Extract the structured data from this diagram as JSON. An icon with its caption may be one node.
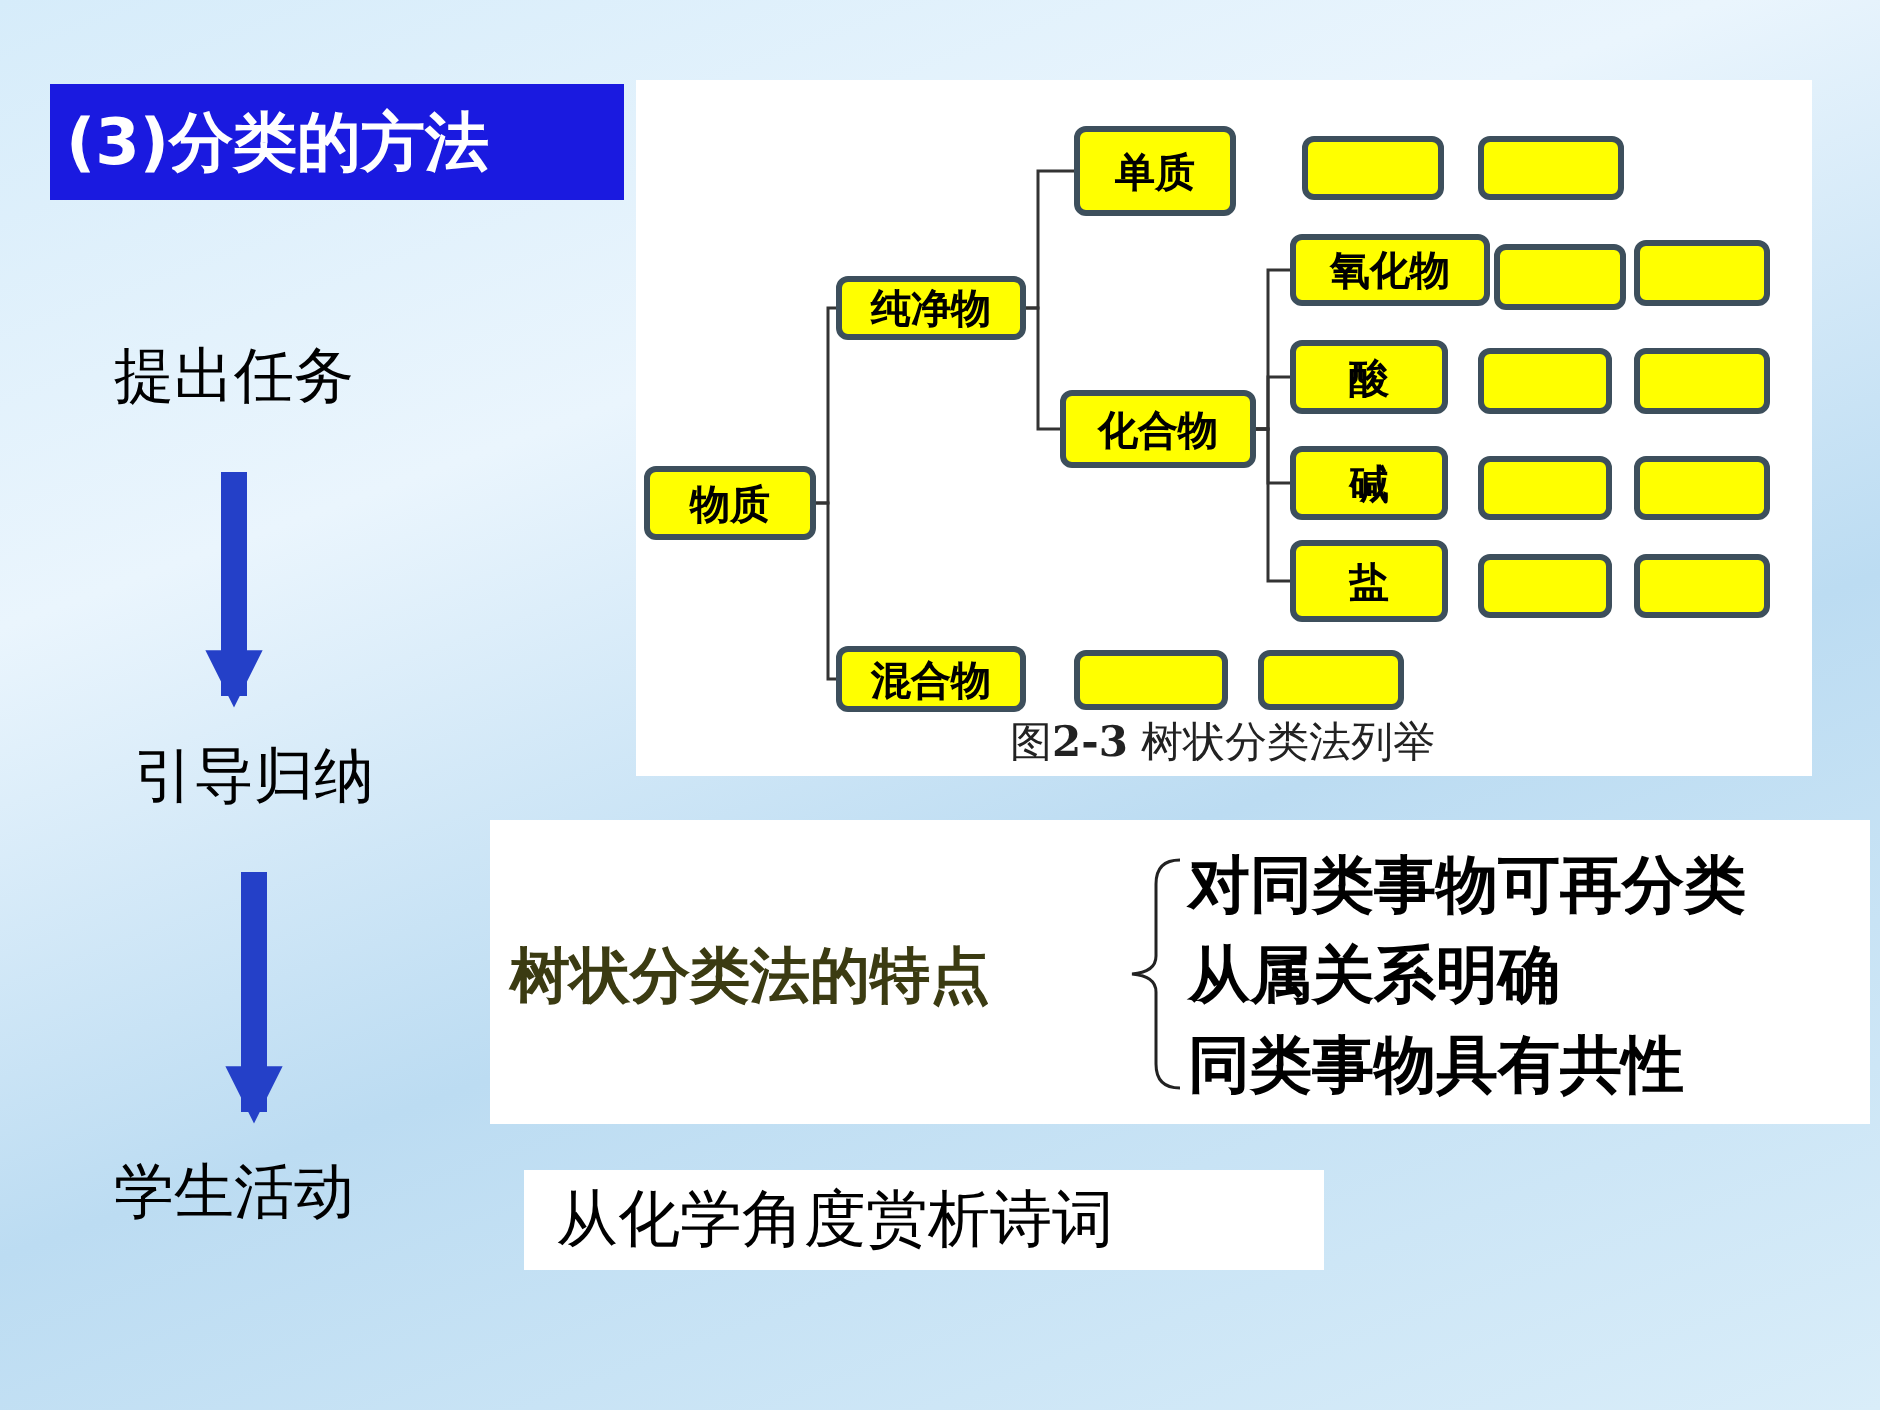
{
  "diagram": {
    "title": "(3)分类的方法",
    "nodes": [
      {
        "text": [
          "提出任务"
        ]
      },
      {
        "text": [
          "引导归纳"
        ]
      },
      {
        "text": [
          "学生活动"
        ]
      },
      {
        "text": [
          "物质"
        ]
      },
      {
        "text": [
          "纯净物"
        ]
      },
      {
        "text": [
          "单质"
        ]
      },
      {
        "text": [
          "化合物"
        ]
      },
      {
        "text": [
          "氧化物"
        ]
      },
      {
        "text": [
          "酸"
        ]
      },
      {
        "text": [
          "碱"
        ]
      },
      {
        "text": [
          "盐"
        ]
      },
      {
        "text": [
          "混合物"
        ]
      },
      {
        "text": [],
        "shape": "box"
      },
      {
        "text": [],
        "shape": "box"
      },
      {
        "text": [],
        "shape": "box"
      },
      {
        "text": [],
        "shape": "box"
      },
      {
        "text": [],
        "shape": "box"
      },
      {
        "text": [],
        "shape": "box"
      },
      {
        "text": [],
        "shape": "box"
      },
      {
        "text": [],
        "shape": "box"
      },
      {
        "text": [],
        "shape": "box"
      },
      {
        "text": [],
        "shape": "box"
      },
      {
        "text": [],
        "shape": "box"
      },
      {
        "text": [],
        "shape": "box"
      },
      {
        "text": [
          "从化学角度赏析诗词"
        ]
      }
    ],
    "edges": [
      {
        "from": 0,
        "to": 1,
        "arrow": "to",
        "style": "thick",
        "color": "#2440c8"
      },
      {
        "from": 1,
        "to": 2,
        "arrow": "to",
        "style": "thick",
        "color": "#2440c8"
      },
      {
        "from": 3,
        "to": 4,
        "arrow": "none"
      },
      {
        "from": 3,
        "to": 11,
        "arrow": "none"
      },
      {
        "from": 4,
        "to": 5,
        "arrow": "none"
      },
      {
        "from": 4,
        "to": 6,
        "arrow": "none"
      },
      {
        "from": 6,
        "to": 7,
        "arrow": "none"
      },
      {
        "from": 6,
        "to": 8,
        "arrow": "none"
      },
      {
        "from": 6,
        "to": 9,
        "arrow": "none"
      },
      {
        "from": 6,
        "to": 10,
        "arrow": "none"
      }
    ],
    "labels": [
      "图**2-3** 树状分类法列举",
      "树状分类法的特点",
      "对同类事物可再分类",
      "从属关系明确",
      "同类事物具有共性"
    ]
  }
}
